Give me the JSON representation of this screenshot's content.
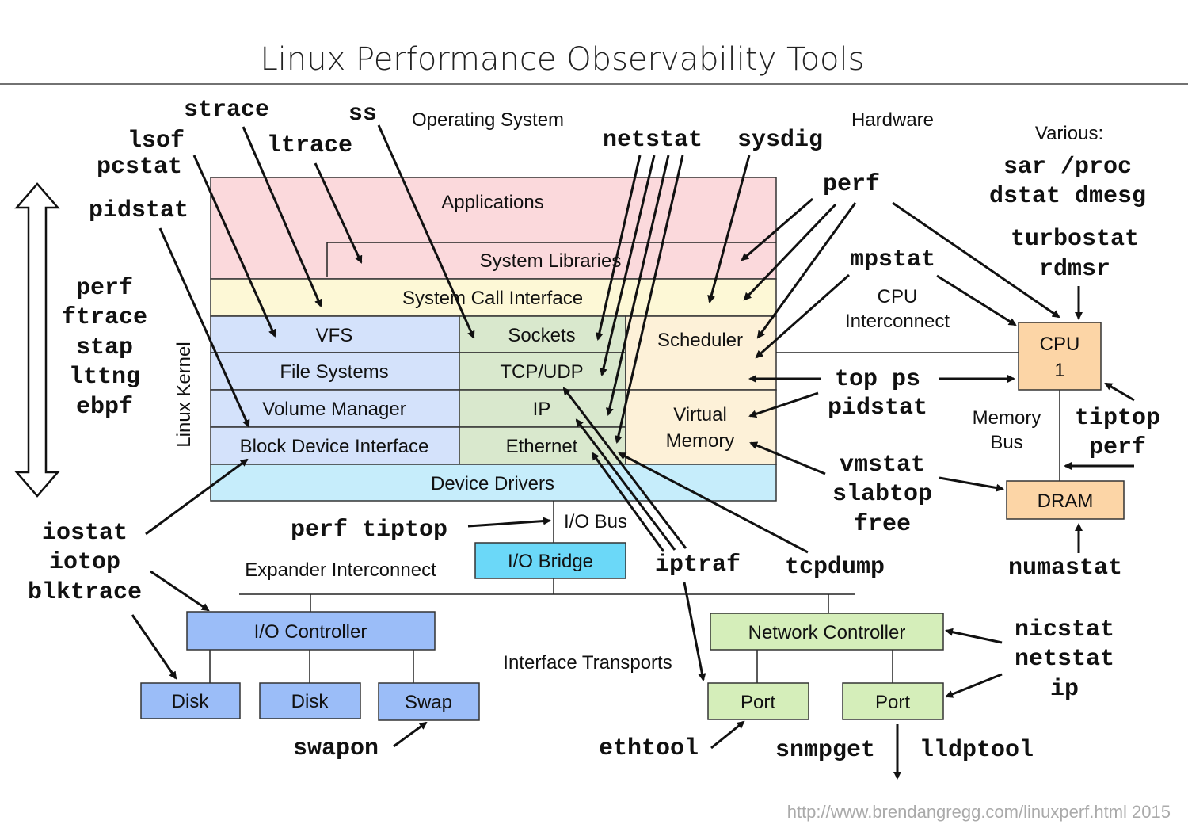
{
  "title": "Linux Performance Observability Tools",
  "footer": "http://www.brendangregg.com/linuxperf.html 2015",
  "colors": {
    "applications": "#fbd9dc",
    "syscall": "#fdf8d6",
    "kernel_io": "#d4e2fb",
    "network_stack": "#d9e8cd",
    "sched_vm": "#fdf1d8",
    "device_drivers": "#c6edfb",
    "cpu_dram": "#fcd5a6",
    "io_controller": "#9bbdf8",
    "network_controller": "#d5eeba",
    "io_bridge": "#6bd8f8"
  },
  "sections": {
    "os": "Operating System",
    "hardware": "Hardware",
    "various": "Various:",
    "linux_kernel": "Linux Kernel",
    "cpu_interconnect": [
      "CPU",
      "Interconnect"
    ],
    "memory_bus": [
      "Memory",
      "Bus"
    ],
    "io_bus": "I/O Bus",
    "expander": "Expander Interconnect",
    "interface_transports": "Interface Transports"
  },
  "layers": {
    "applications": "Applications",
    "system_libraries": "System Libraries",
    "syscall": "System Call Interface",
    "vfs": "VFS",
    "file_systems": "File Systems",
    "volume_manager": "Volume Manager",
    "block_device": "Block Device Interface",
    "sockets": "Sockets",
    "tcp_udp": "TCP/UDP",
    "ip": "IP",
    "ethernet": "Ethernet",
    "scheduler": "Scheduler",
    "virtual_memory": [
      "Virtual",
      "Memory"
    ],
    "device_drivers": "Device Drivers"
  },
  "hardware": {
    "cpu": [
      "CPU",
      "1"
    ],
    "dram": "DRAM",
    "io_bridge": "I/O Bridge",
    "io_controller": "I/O Controller",
    "network_controller": "Network Controller",
    "disk1": "Disk",
    "disk2": "Disk",
    "swap": "Swap",
    "port1": "Port",
    "port2": "Port"
  },
  "tools": {
    "strace": "strace",
    "ss": "ss",
    "lsof": "lsof",
    "ltrace": "ltrace",
    "pcstat": "pcstat",
    "pidstat_left": "pidstat",
    "multi_left": [
      "perf",
      "ftrace",
      "stap",
      "lttng",
      "ebpf"
    ],
    "netstat": "netstat",
    "sysdig": "sysdig",
    "perf_top": "perf",
    "various": [
      "sar /proc",
      "dstat dmesg"
    ],
    "turbostat": [
      "turbostat",
      "rdmsr"
    ],
    "mpstat": "mpstat",
    "top_ps": "top ps",
    "pidstat_right": "pidstat",
    "tiptop_perf": [
      "tiptop",
      "perf"
    ],
    "vmstat": [
      "vmstat",
      "slabtop",
      "free"
    ],
    "numastat": "numastat",
    "iostat": [
      "iostat",
      "iotop",
      "blktrace"
    ],
    "perf_tiptop": "perf tiptop",
    "iptraf": "iptraf",
    "tcpdump": "tcpdump",
    "nicstat": [
      "nicstat",
      "netstat",
      "ip"
    ],
    "swapon": "swapon",
    "ethtool": "ethtool",
    "snmpget": "snmpget",
    "lldptool": "lldptool"
  }
}
